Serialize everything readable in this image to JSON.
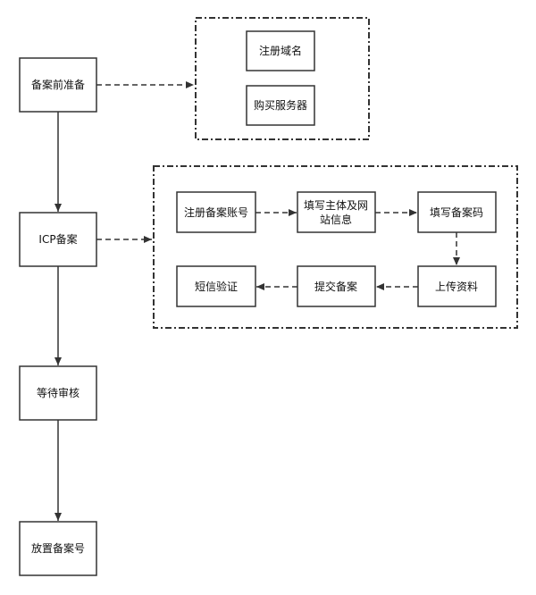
{
  "main_flow": {
    "prep": "备案前准备",
    "icp": "ICP备案",
    "wait": "等待审核",
    "place": "放置备案号"
  },
  "prep_group": {
    "register_domain": "注册域名",
    "buy_server": "购买服务器"
  },
  "icp_group": {
    "register_account": "注册备案账号",
    "fill_subject_line1": "填写主体及网",
    "fill_subject_line2": "站信息",
    "fill_code": "填写备案码",
    "upload": "上传资料",
    "submit": "提交备案",
    "sms": "短信验证"
  },
  "colors": {
    "stroke": "#333333",
    "text": "#111111",
    "background": "#ffffff"
  }
}
